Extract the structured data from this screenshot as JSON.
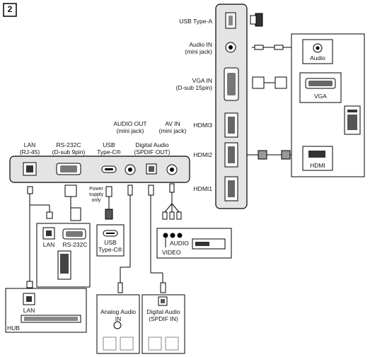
{
  "figure_number": "2",
  "right_panel": {
    "usb_type_a": "USB Type-A",
    "audio_in_1": "Audio IN",
    "audio_in_2": "(mini jack)",
    "vga_in_1": "VGA IN",
    "vga_in_2": "(D-sub 15pin)",
    "hdmi3": "HDMI3",
    "hdmi2": "HDMI2",
    "hdmi1": "HDMI1"
  },
  "source_device": {
    "audio": "Audio",
    "vga": "VGA",
    "hdmi": "HDMI"
  },
  "bottom_panel": {
    "lan_1": "LAN",
    "lan_2": "(RJ-45)",
    "rs232c_1": "RS-232C",
    "rs232c_2": "(D-sub 9pin)",
    "usb_1": "USB",
    "usb_2": "Type-C®",
    "audio_out_1": "AUDIO OUT",
    "audio_out_2": "(mini jack)",
    "digital_audio_1": "Digital Audio",
    "digital_audio_2": "(SPDIF OUT)",
    "av_in_1": "AV IN",
    "av_in_2": "(mini jack)"
  },
  "pc_device": {
    "lan": "LAN",
    "rs232c": "RS-232C"
  },
  "power_note": {
    "line1": "Power",
    "line2": "supply",
    "line3": "only"
  },
  "usb_device": {
    "line1": "USB",
    "line2": "Type-C®"
  },
  "av_device": {
    "audio": "AUDIO",
    "video": "VIDEO"
  },
  "hub_device": {
    "lan": "LAN",
    "hub": "HUB"
  },
  "analog_audio": {
    "line1": "Analog Audio",
    "line2": "IN"
  },
  "digital_audio_in": {
    "line1": "Digital Audio",
    "line2": "(SPDIF IN)"
  }
}
